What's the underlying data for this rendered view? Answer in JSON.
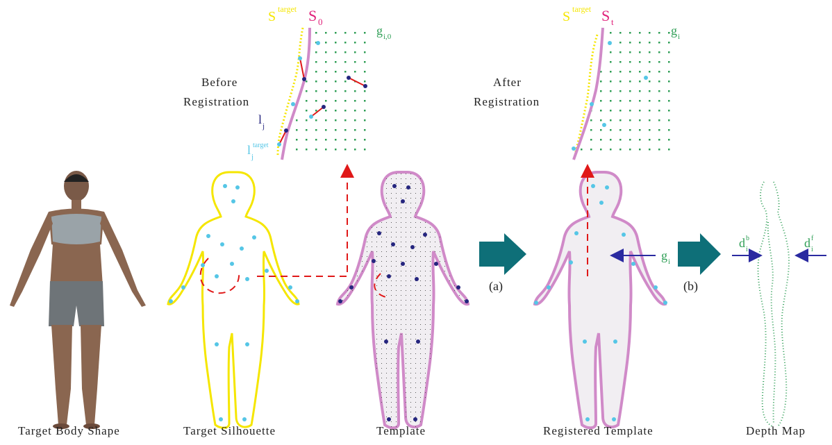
{
  "captions": {
    "target_body_shape": "Target Body Shape",
    "target_silhouette": "Target Silhouette",
    "template": "Template",
    "registered_template": "Registered Template",
    "depth_map": "Depth Map"
  },
  "notes": {
    "before_line1": "Before",
    "before_line2": "Registration",
    "after_line1": "After",
    "after_line2": "Registration"
  },
  "arrow_labels": {
    "a": "(a)",
    "b": "(b)"
  },
  "symbols": {
    "s_target_base": "S",
    "s_target_sup": "target",
    "s0_base": "S",
    "s0_sub": "0",
    "st_base": "S",
    "st_sub": "t",
    "g_i0_base": "g",
    "g_i0_sub": "i,0",
    "g_i_base": "g",
    "g_i_sub": "i",
    "l_j_base": "l",
    "l_j_sub": "j",
    "l_target_base": "l",
    "l_target_sup": "target",
    "l_target_sub": "j",
    "di_b_base": "d",
    "di_b_sub": "i",
    "di_b_sup": "b",
    "di_f_base": "d",
    "di_f_sub": "i",
    "di_f_sup": "f"
  },
  "colors": {
    "silhouette_yellow": "#f5e600",
    "template_pink": "#d08ac8",
    "landmark_cyan": "#55c6e6",
    "landmark_navy": "#25257e",
    "grid_green": "#2e9e55",
    "dashed_red": "#e01818",
    "big_arrow_teal": "#0e6f78",
    "s0_magenta": "#e0207a",
    "small_arrow_blue": "#2a2aa0"
  }
}
